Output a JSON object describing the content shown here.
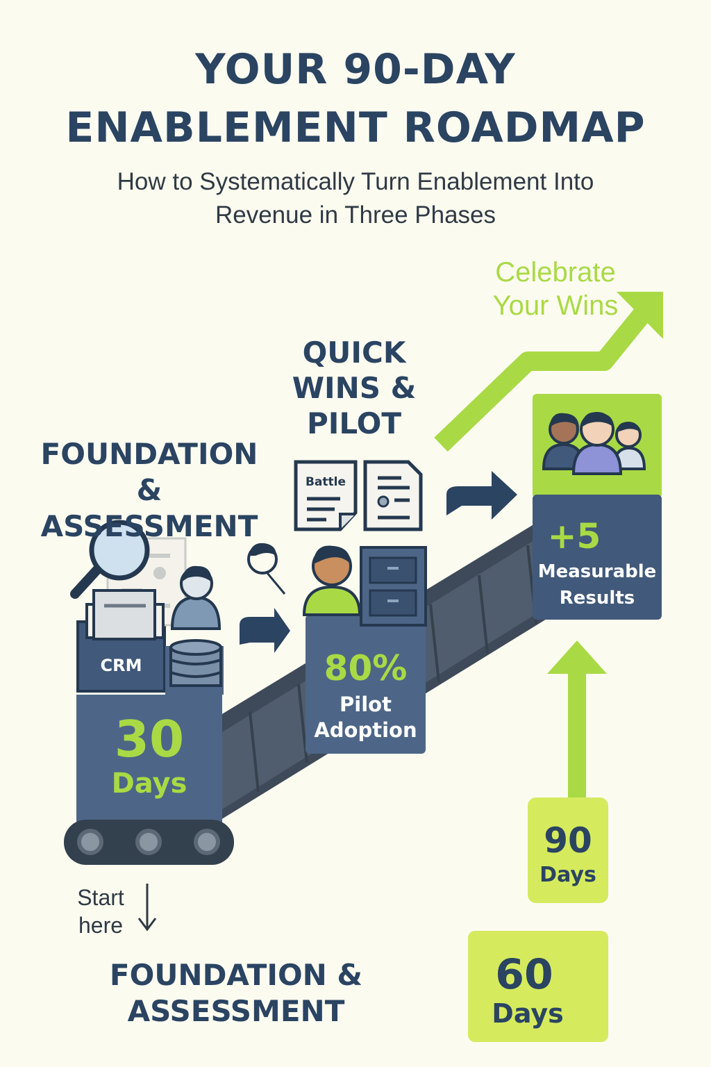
{
  "header": {
    "title_line1": "YOUR 90-DAY",
    "title_line2": "ENABLEMENT ROADMAP",
    "subtitle_line1": "How to Systematically Turn Enablement Into",
    "subtitle_line2": "Revenue in Three Phases"
  },
  "phase1": {
    "heading_line1": "FOUNDATION",
    "heading_line2": "& ASSESSMENT",
    "crm_label": "CRM",
    "days_number": "30",
    "days_label": "Days"
  },
  "phase2": {
    "heading_line1": "QUICK",
    "heading_line2": "WINS &",
    "heading_line3": "PILOT",
    "doc_label": "Battle",
    "percent": "80%",
    "metric_line1": "Pilot",
    "metric_line2": "Adoption"
  },
  "phase3": {
    "celebrate_line1": "Celebrate",
    "celebrate_line2": "Your Wins",
    "metric_value": "+5",
    "metric_line1": "Measurable",
    "metric_line2": "Results"
  },
  "markers": {
    "start_line1": "Start",
    "start_line2": "here",
    "ninety_number": "90",
    "ninety_label": "Days",
    "sixty_number": "60",
    "sixty_label": "Days"
  },
  "footer": {
    "heading_line1": "FOUNDATION &",
    "heading_line2": "ASSESSMENT"
  },
  "colors": {
    "navy": "#2a4462",
    "slate": "#4d6687",
    "lime": "#a9da45",
    "pale_lime": "#d6ea5e",
    "background": "#fcfbf0"
  },
  "icons": [
    "magnifier-icon",
    "document-icon",
    "person-icon",
    "database-icon",
    "file-cabinet-icon",
    "team-icon",
    "arrow-right-icon",
    "growth-arrow-icon",
    "arrow-up-icon",
    "arrow-down-icon"
  ]
}
